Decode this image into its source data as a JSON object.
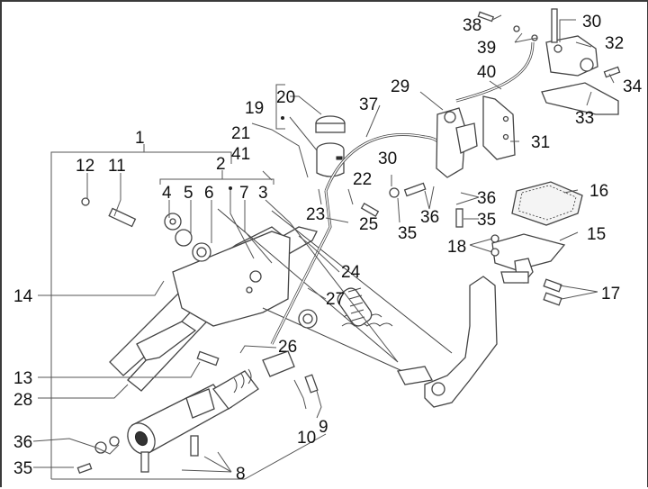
{
  "diagram": {
    "title": "Brake pedal and rear master cylinder exploded parts diagram",
    "colors": {
      "line": "#444444",
      "text": "#111111",
      "border": "#3a3a3a",
      "background": "#ffffff"
    },
    "callouts": [
      {
        "id": "c1",
        "label": "1"
      },
      {
        "id": "c2",
        "label": "2"
      },
      {
        "id": "c3",
        "label": "3"
      },
      {
        "id": "c4",
        "label": "4"
      },
      {
        "id": "c5",
        "label": "5"
      },
      {
        "id": "c6",
        "label": "6"
      },
      {
        "id": "c7",
        "label": "7"
      },
      {
        "id": "c8",
        "label": "8"
      },
      {
        "id": "c9",
        "label": "9"
      },
      {
        "id": "c10",
        "label": "10"
      },
      {
        "id": "c11",
        "label": "11"
      },
      {
        "id": "c12",
        "label": "12"
      },
      {
        "id": "c13",
        "label": "13"
      },
      {
        "id": "c14",
        "label": "14"
      },
      {
        "id": "c15",
        "label": "15"
      },
      {
        "id": "c16",
        "label": "16"
      },
      {
        "id": "c17",
        "label": "17"
      },
      {
        "id": "c18",
        "label": "18"
      },
      {
        "id": "c19",
        "label": "19"
      },
      {
        "id": "c20",
        "label": "20"
      },
      {
        "id": "c21",
        "label": "21"
      },
      {
        "id": "c22",
        "label": "22"
      },
      {
        "id": "c23",
        "label": "23"
      },
      {
        "id": "c24",
        "label": "24"
      },
      {
        "id": "c25",
        "label": "25"
      },
      {
        "id": "c26",
        "label": "26"
      },
      {
        "id": "c27",
        "label": "27"
      },
      {
        "id": "c28",
        "label": "28"
      },
      {
        "id": "c29",
        "label": "29"
      },
      {
        "id": "c30a",
        "label": "30"
      },
      {
        "id": "c30b",
        "label": "30"
      },
      {
        "id": "c31",
        "label": "31"
      },
      {
        "id": "c32",
        "label": "32"
      },
      {
        "id": "c33",
        "label": "33"
      },
      {
        "id": "c34",
        "label": "34"
      },
      {
        "id": "c35a",
        "label": "35"
      },
      {
        "id": "c35b",
        "label": "35"
      },
      {
        "id": "c35c",
        "label": "35"
      },
      {
        "id": "c36a",
        "label": "36"
      },
      {
        "id": "c36b",
        "label": "36"
      },
      {
        "id": "c36c",
        "label": "36"
      },
      {
        "id": "c37",
        "label": "37"
      },
      {
        "id": "c38",
        "label": "38"
      },
      {
        "id": "c39",
        "label": "39"
      },
      {
        "id": "c40",
        "label": "40"
      },
      {
        "id": "c41",
        "label": "41"
      }
    ]
  }
}
